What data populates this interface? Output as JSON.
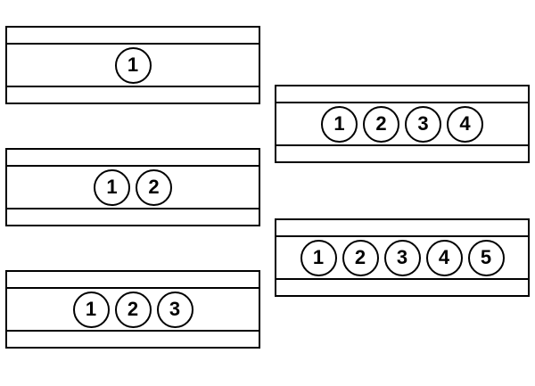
{
  "colors": {
    "stroke": "#000000",
    "background": "#ffffff"
  },
  "panels": [
    {
      "id": "one-cylinder",
      "cylinders": [
        "1"
      ]
    },
    {
      "id": "two-cylinder",
      "cylinders": [
        "1",
        "2"
      ]
    },
    {
      "id": "three-cylinder",
      "cylinders": [
        "1",
        "2",
        "3"
      ]
    },
    {
      "id": "four-cylinder",
      "cylinders": [
        "1",
        "2",
        "3",
        "4"
      ]
    },
    {
      "id": "five-cylinder",
      "cylinders": [
        "1",
        "2",
        "3",
        "4",
        "5"
      ]
    }
  ]
}
